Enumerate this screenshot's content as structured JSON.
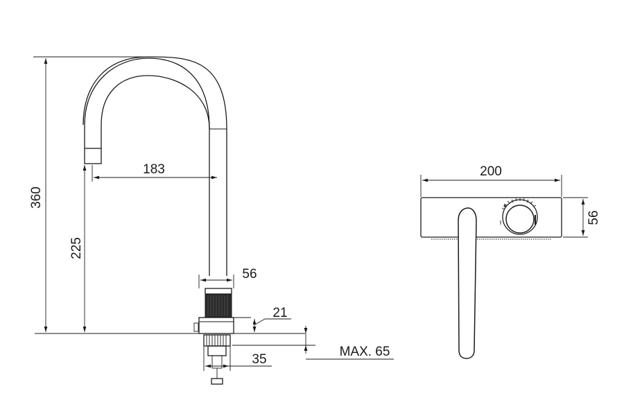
{
  "dimensions": {
    "total_height": "360",
    "spout_height": "225",
    "spout_reach": "183",
    "body_diameter": "56",
    "mount_height": "21",
    "deck_thickness": "MAX. 65",
    "shank_width": "35",
    "top_width": "200",
    "top_depth": "56"
  }
}
